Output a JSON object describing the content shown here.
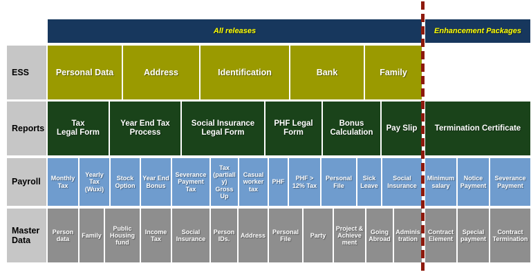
{
  "headers": {
    "all_releases": "All releases",
    "enhancement_packages": "Enhancement Packages"
  },
  "rows": [
    {
      "label": "ESS",
      "left_cells": [
        "Personal Data",
        "Address",
        "Identification",
        "Bank",
        "Family"
      ],
      "right_cells": []
    },
    {
      "label": "Reports",
      "left_cells": [
        "Tax\nLegal Form",
        "Year End Tax\nProcess",
        "Social Insurance\nLegal Form",
        "PHF Legal\nForm",
        "Bonus\nCalculation",
        "Pay Slip"
      ],
      "right_cells": [
        "Termination Certificate"
      ]
    },
    {
      "label": "Payroll",
      "left_cells": [
        "Monthly Tax",
        "Yearly Tax (Wuxi)",
        "Stock Option",
        "Year End Bonus",
        "Severance Payment Tax",
        "Tax (partially) Gross Up",
        "Casual worker tax",
        "PHF",
        "PHF > 12% Tax",
        "Personal File",
        "Sick Leave",
        "Social Insurance"
      ],
      "right_cells": [
        "Minimum salary",
        "Notice Payment",
        "Severance Payment"
      ]
    },
    {
      "label": "Master Data",
      "left_cells": [
        "Person data",
        "Family",
        "Public Housing fund",
        "Income Tax",
        "Social Insurance",
        "Person IDs.",
        "Address",
        "Personal File",
        "Party",
        "Project & Achievement",
        "Going Abroad",
        "Administration"
      ],
      "right_cells": [
        "Contract Element",
        "Special payment",
        "Contract Termination"
      ]
    }
  ],
  "colors": {
    "header_bar": "#17375D",
    "header_text": "#FFFF00",
    "ess_cell": "#9A9A00",
    "reports_cell": "#1A431A",
    "payroll_cell": "#6F9CCE",
    "master_cell": "#8E8E8E",
    "row_label_bg": "#C6C6C6",
    "divider": "#8E1A0D",
    "cell_text": "#FFFFFF",
    "row_label_text": "#000000"
  },
  "divider": {
    "style": "dashed",
    "orientation": "vertical"
  }
}
